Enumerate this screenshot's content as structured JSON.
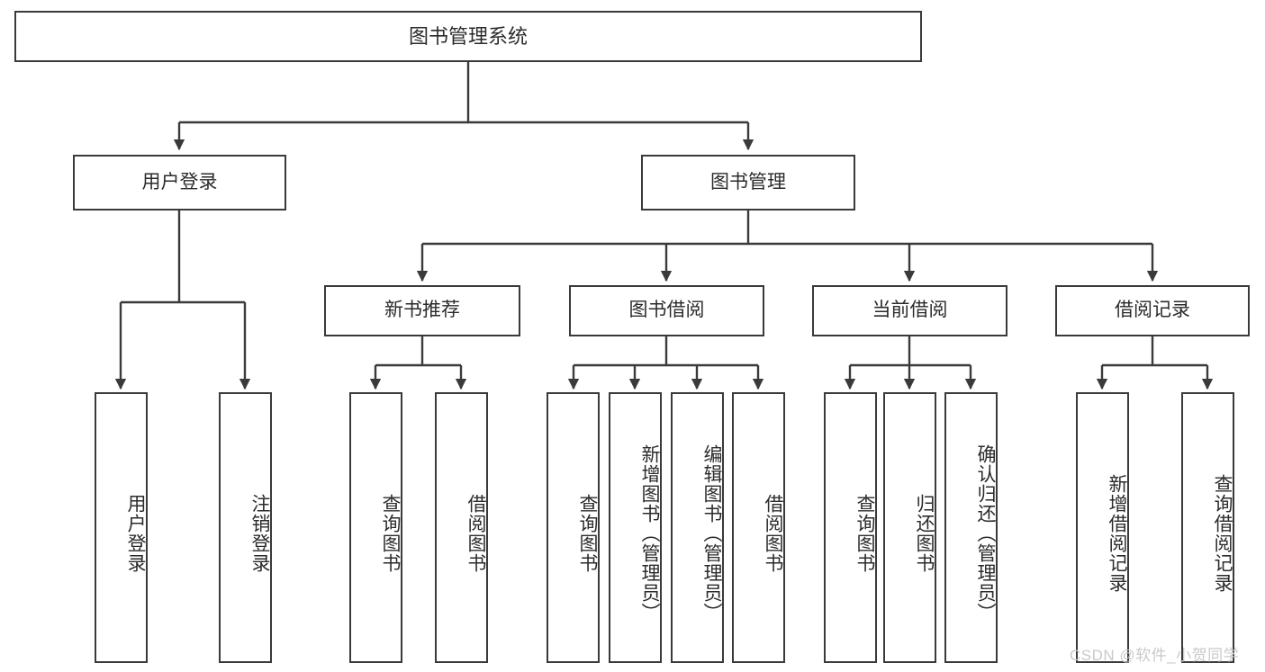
{
  "diagram": {
    "title": "图书管理系统",
    "root": {
      "label": "图书管理系统"
    },
    "level2": [
      {
        "label": "用户登录"
      },
      {
        "label": "图书管理"
      }
    ],
    "level3": [
      {
        "label": "新书推荐"
      },
      {
        "label": "图书借阅"
      },
      {
        "label": "当前借阅"
      },
      {
        "label": "借阅记录"
      }
    ],
    "leaves": {
      "user_login": [
        {
          "label": "用户登录"
        },
        {
          "label": "注销登录"
        }
      ],
      "new_book": [
        {
          "label": "查询图书"
        },
        {
          "label": "借阅图书"
        }
      ],
      "book_borrow": [
        {
          "label": "查询图书"
        },
        {
          "label": "新增图书（管理员）"
        },
        {
          "label": "编辑图书（管理员）"
        },
        {
          "label": "借阅图书"
        }
      ],
      "current_borrow": [
        {
          "label": "查询图书"
        },
        {
          "label": "归还图书"
        },
        {
          "label": "确认归还（管理员）"
        }
      ],
      "borrow_record": [
        {
          "label": "新增借阅记录"
        },
        {
          "label": "查询借阅记录"
        }
      ]
    }
  },
  "watermark": {
    "text": "CSDN @软件_小贺同学"
  },
  "colors": {
    "border": "#3a3a3a",
    "text": "#2b2b2b",
    "background": "#ffffff",
    "watermark": "#c9c9c9"
  }
}
